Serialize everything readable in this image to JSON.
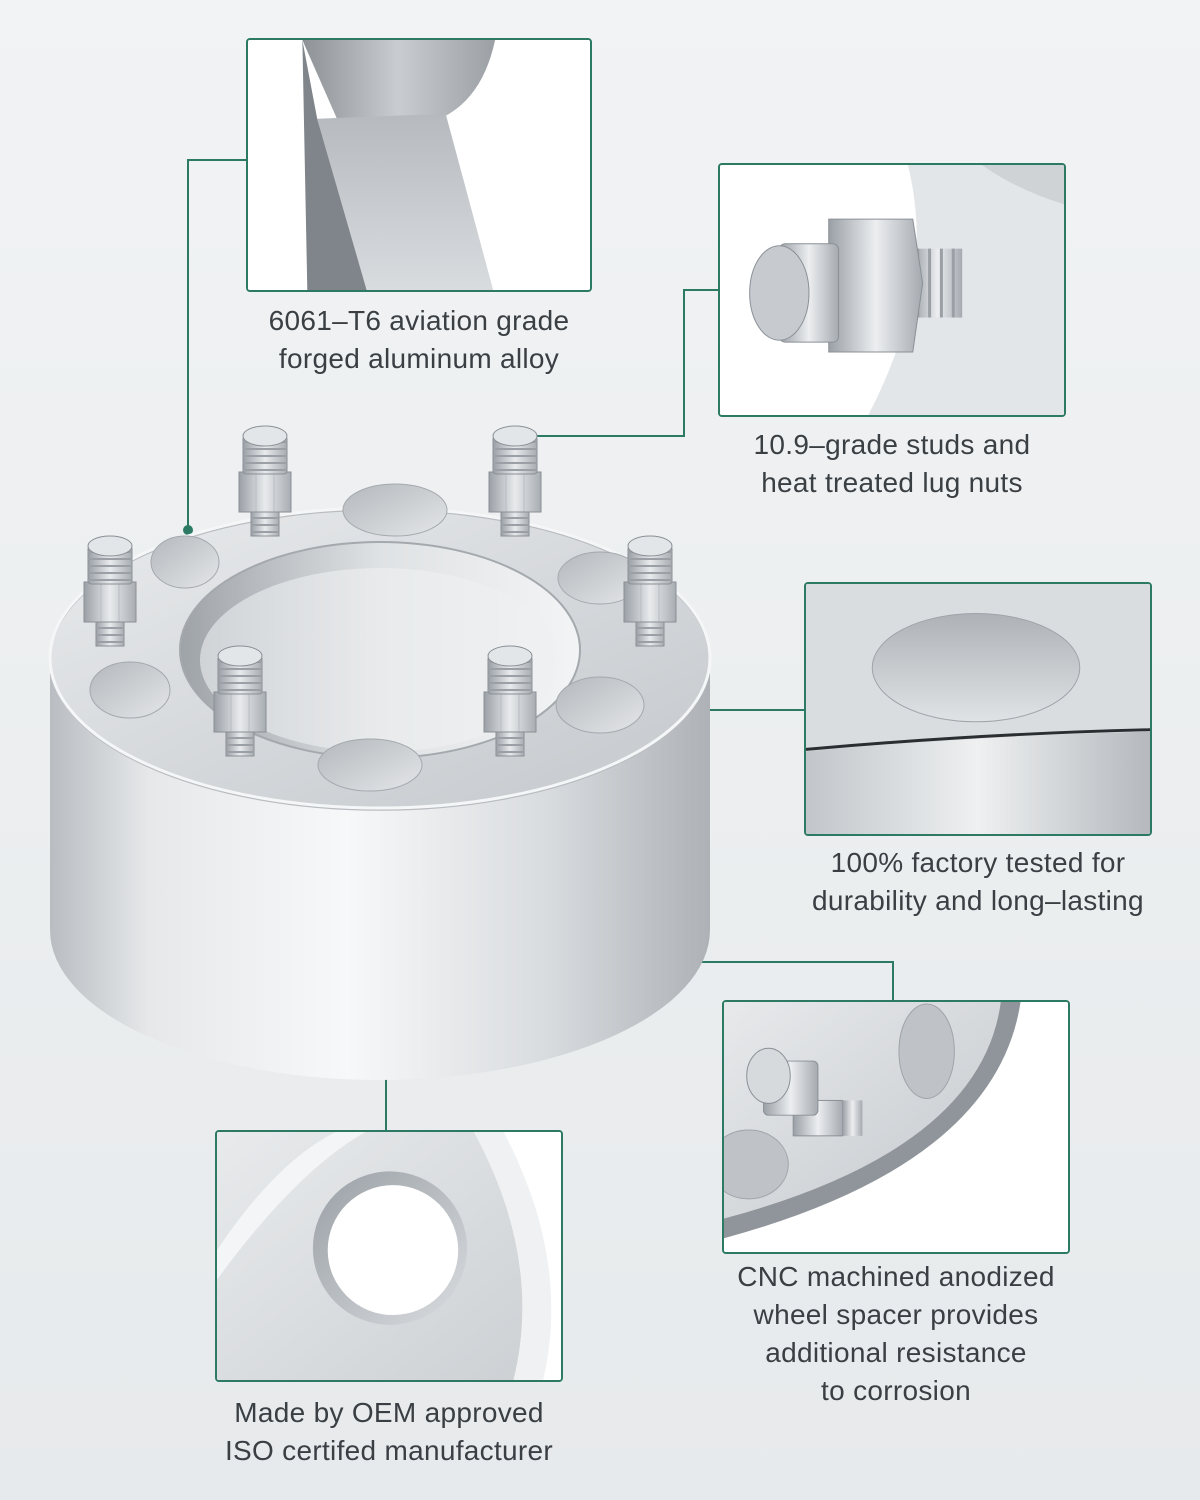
{
  "callouts": [
    {
      "id": "material",
      "lines": [
        "6061–T6 aviation grade",
        "forged aluminum alloy"
      ]
    },
    {
      "id": "studs",
      "lines": [
        "10.9–grade studs and",
        "heat treated lug nuts"
      ]
    },
    {
      "id": "tested",
      "lines": [
        "100% factory tested for",
        "durability and long–lasting"
      ]
    },
    {
      "id": "cnc",
      "lines": [
        "CNC machined anodized",
        "wheel spacer provides",
        "additional resistance",
        "to corrosion"
      ]
    },
    {
      "id": "oem",
      "lines": [
        "Made by OEM approved",
        "ISO certifed manufacturer"
      ]
    }
  ],
  "colors": {
    "accent": "#2c7a63",
    "text": "#3a3f44",
    "background": "#eceff0",
    "metal": "#d3d6d9"
  },
  "icons": {
    "product": "wheel-spacer-6-lug",
    "closeups": [
      "aluminum-edge-closeup",
      "lug-nut-closeup",
      "bolt-hole-closeup",
      "anodized-edge-closeup",
      "center-hole-closeup"
    ]
  }
}
